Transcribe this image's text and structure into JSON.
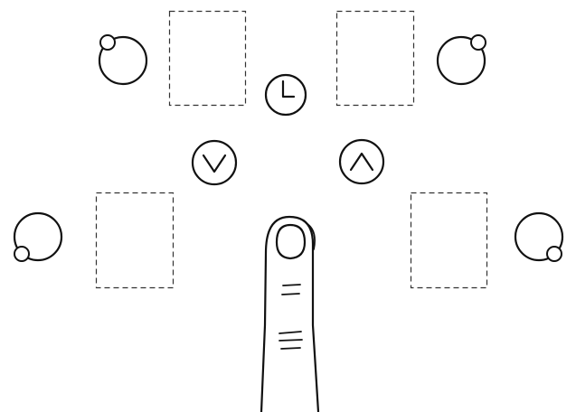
{
  "diagram": {
    "layout": "gesture-control-illustration",
    "colors": {
      "stroke": "#111111",
      "slot_stroke": "#333333",
      "background": "#ffffff"
    },
    "slots": [
      {
        "id": "slot-top-left",
        "style": "dashed",
        "content": ""
      },
      {
        "id": "slot-top-right",
        "style": "dashed",
        "content": ""
      },
      {
        "id": "slot-bottom-left",
        "style": "dashed",
        "content": ""
      },
      {
        "id": "slot-bottom-right",
        "style": "dashed",
        "content": ""
      }
    ],
    "rotary_controls": [
      {
        "id": "rotate-top-left",
        "knob_position": "upper-left"
      },
      {
        "id": "rotate-top-right",
        "knob_position": "upper-right"
      },
      {
        "id": "rotate-bottom-left",
        "knob_position": "lower-left"
      },
      {
        "id": "rotate-bottom-right",
        "knob_position": "lower-right"
      }
    ],
    "buttons": [
      {
        "id": "clock",
        "icon": "clock-icon"
      },
      {
        "id": "down",
        "icon": "chevron-down-icon"
      },
      {
        "id": "up",
        "icon": "chevron-up-icon"
      }
    ],
    "pointer": {
      "icon": "pointing-finger-icon"
    }
  }
}
